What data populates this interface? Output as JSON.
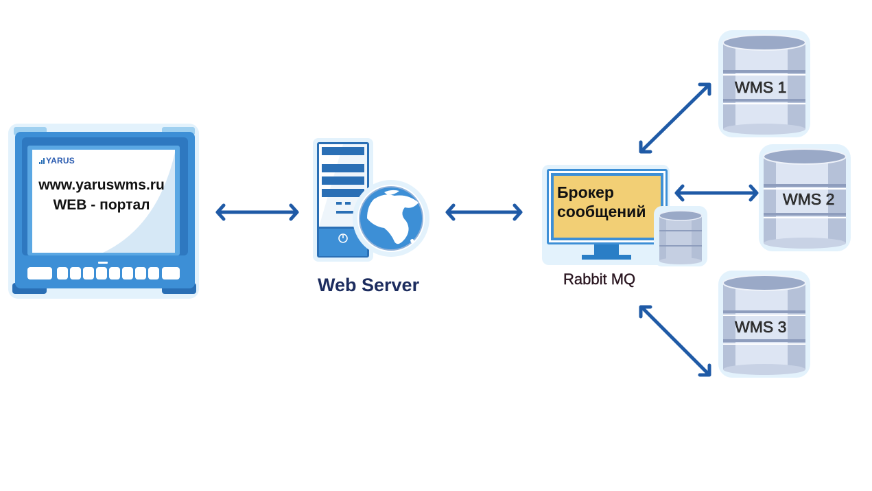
{
  "nodes": {
    "portal": {
      "logo": "YARUS",
      "line1": "www.yaruswms.ru",
      "line2": "WEB - портал"
    },
    "web_server": {
      "label": "Web Server"
    },
    "broker": {
      "screen_line1": "Брокер",
      "screen_line2": "сообщений",
      "label": "Rabbit MQ"
    },
    "databases": [
      {
        "label": "WMS 1"
      },
      {
        "label": "WMS 2"
      },
      {
        "label": "WMS 3"
      }
    ]
  },
  "colors": {
    "arrow": "#1f5aa6",
    "device_blue": "#3d8fd6",
    "device_dark": "#2a6fb5",
    "screen_yellow": "#f2cf75",
    "db_body": "#c5cfe2",
    "db_top": "#9aa9c7",
    "title_navy": "#1c2c5e",
    "glow": "#e3f2fc"
  },
  "connections": [
    {
      "from": "portal",
      "to": "web_server",
      "direction": "bidirectional"
    },
    {
      "from": "web_server",
      "to": "broker",
      "direction": "bidirectional"
    },
    {
      "from": "broker",
      "to": "WMS 1",
      "direction": "bidirectional"
    },
    {
      "from": "broker",
      "to": "WMS 2",
      "direction": "bidirectional"
    },
    {
      "from": "broker",
      "to": "WMS 3",
      "direction": "bidirectional"
    }
  ]
}
